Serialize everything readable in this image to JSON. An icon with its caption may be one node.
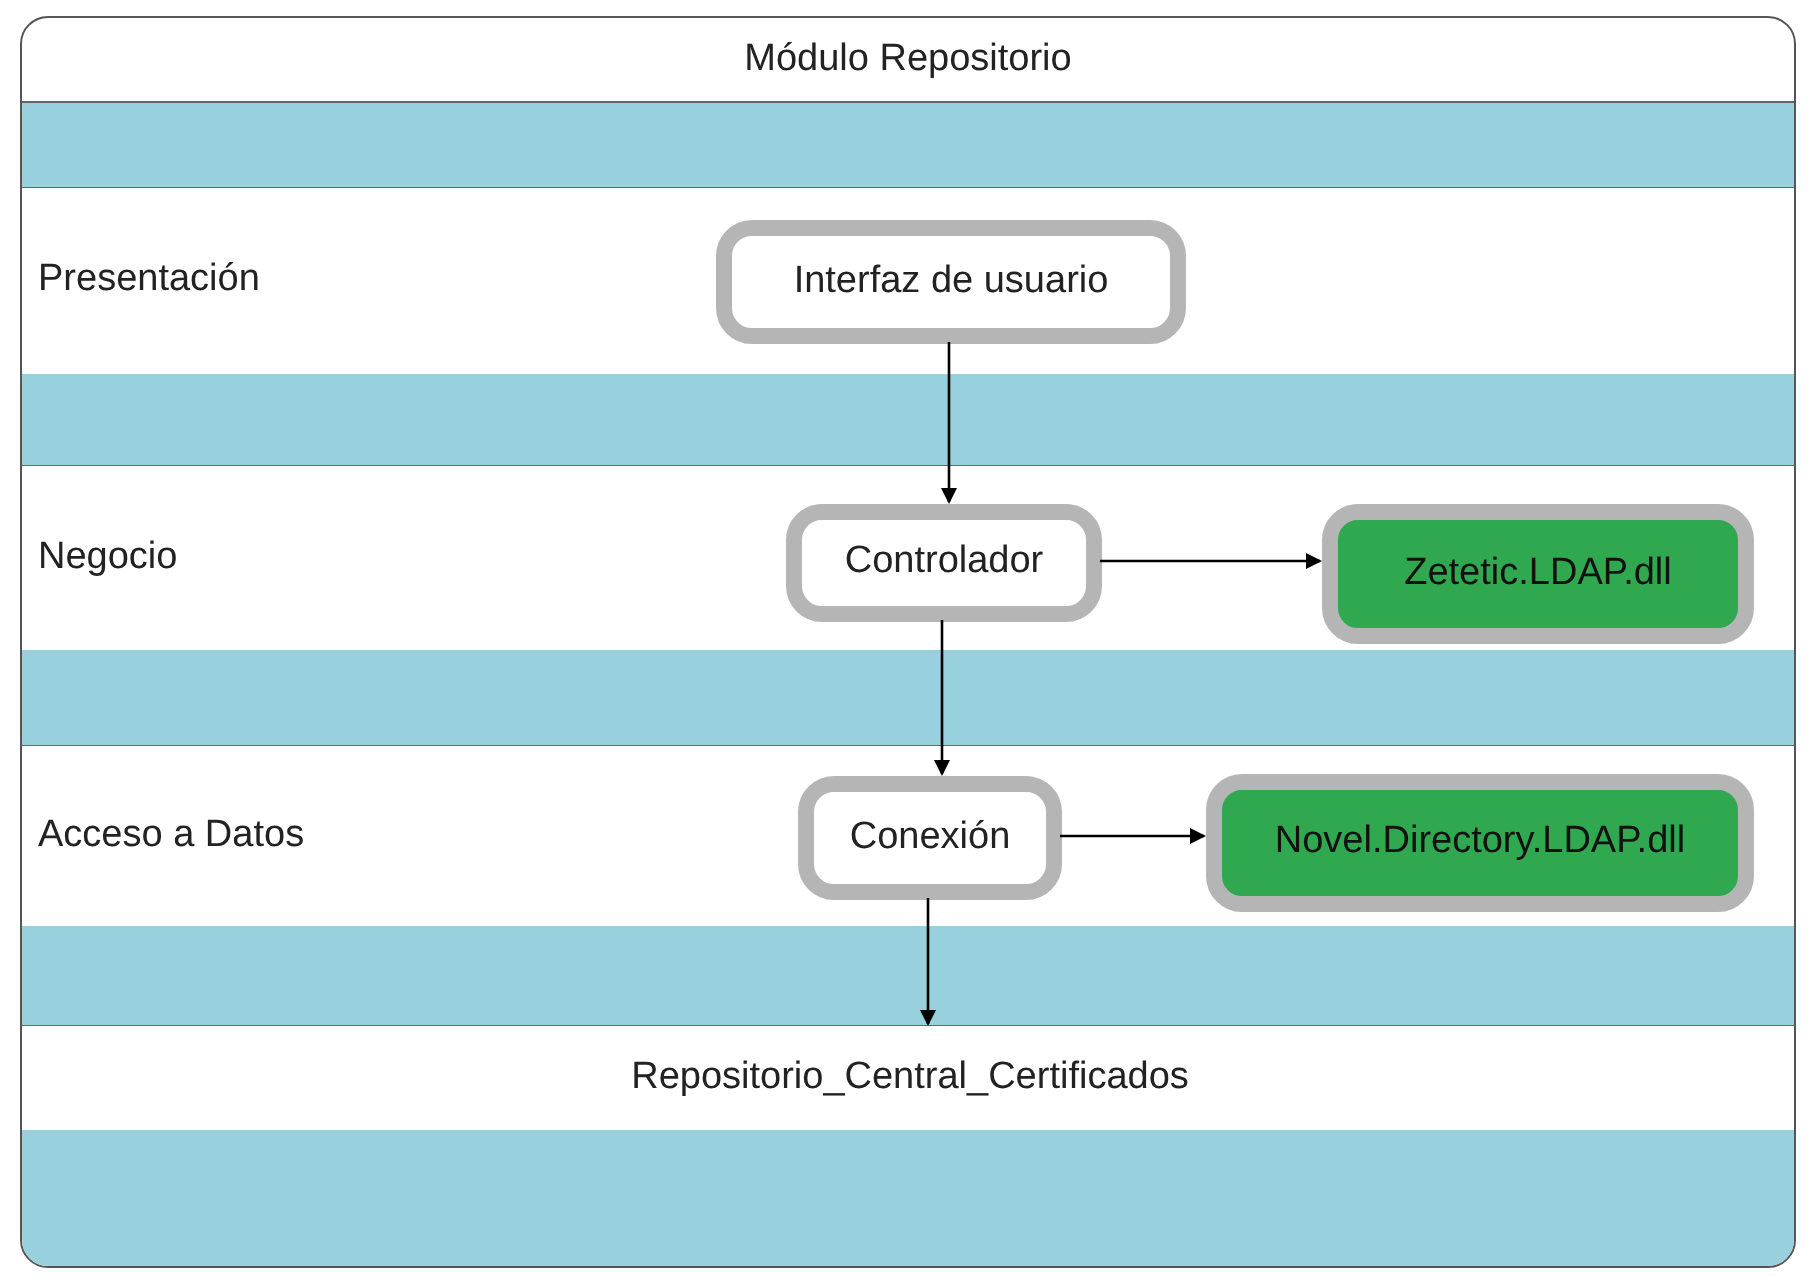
{
  "diagram": {
    "nodes": [
      {
        "text": [
          "Módulo Repositorio"
        ]
      },
      {
        "text": [
          "Presentación"
        ],
        "in": 0
      },
      {
        "text": [
          "Interfaz de usuario"
        ],
        "in": 1
      },
      {
        "text": [
          "Negocio"
        ],
        "in": 0
      },
      {
        "text": [
          "Controlador"
        ],
        "in": 3
      },
      {
        "text": [
          "Zetetic.LDAP.dll"
        ],
        "in": 3
      },
      {
        "text": [
          "Acceso a Datos"
        ],
        "in": 0
      },
      {
        "text": [
          "Conexión"
        ],
        "in": 6
      },
      {
        "text": [
          "Novel.Directory.LDAP.dll"
        ],
        "in": 6
      },
      {
        "text": [
          "Repositorio_Central_Certificados"
        ],
        "in": 0
      }
    ],
    "edges": [
      {
        "from": 2,
        "to": 4,
        "arrow": "to"
      },
      {
        "from": 4,
        "to": 5,
        "arrow": "to"
      },
      {
        "from": 4,
        "to": 7,
        "arrow": "to"
      },
      {
        "from": 7,
        "to": 8,
        "arrow": "to"
      },
      {
        "from": 7,
        "to": 9,
        "arrow": "to"
      }
    ]
  }
}
